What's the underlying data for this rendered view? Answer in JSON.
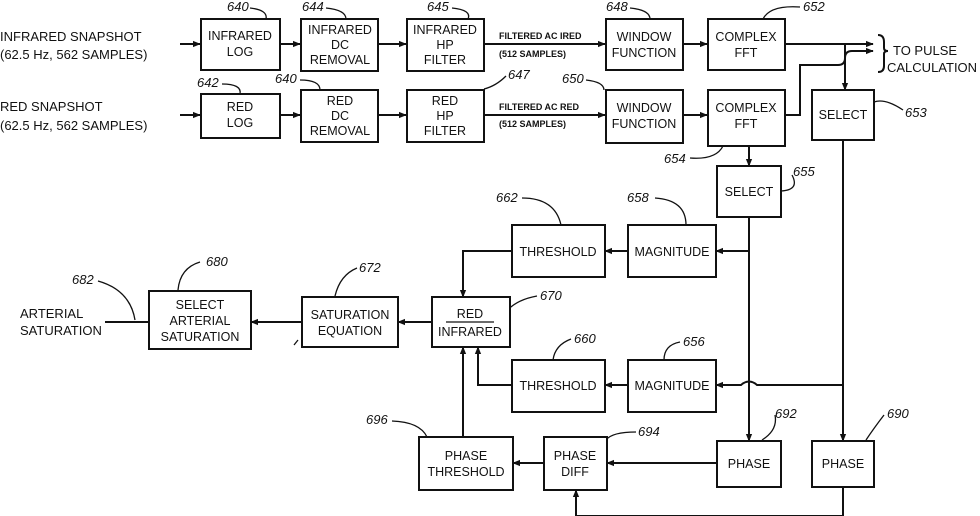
{
  "inputs": {
    "infrared": [
      "INFRARED SNAPSHOT",
      "(62.5 Hz, 562 SAMPLES)"
    ],
    "red": [
      "RED SNAPSHOT",
      "(62.5 Hz, 562 SAMPLES)"
    ]
  },
  "output_label": [
    "TO PULSE",
    "CALCULATION"
  ],
  "arterial_label": [
    "ARTERIAL",
    "SATURATION"
  ],
  "links": {
    "ir_filtered": [
      "FILTERED AC IRED",
      "(512 SAMPLES)"
    ],
    "red_filtered": [
      "FILTERED AC RED",
      "(512 SAMPLES)"
    ]
  },
  "blocks": {
    "ir_log": [
      "INFRARED",
      "LOG"
    ],
    "ir_dc": [
      "INFRARED",
      "DC",
      "REMOVAL"
    ],
    "ir_hp": [
      "INFRARED",
      "HP",
      "FILTER"
    ],
    "ir_window": [
      "WINDOW",
      "FUNCTION"
    ],
    "ir_fft": [
      "COMPLEX",
      "FFT"
    ],
    "red_log": [
      "RED",
      "LOG"
    ],
    "red_dc": [
      "RED",
      "DC",
      "REMOVAL"
    ],
    "red_hp": [
      "RED",
      "HP",
      "FILTER"
    ],
    "red_window": [
      "WINDOW",
      "FUNCTION"
    ],
    "red_fft": [
      "COMPLEX",
      "FFT"
    ],
    "select_653": [
      "SELECT"
    ],
    "select_655": [
      "SELECT"
    ],
    "threshold_662": [
      "THRESHOLD"
    ],
    "magnitude_658": [
      "MAGNITUDE"
    ],
    "threshold_660": [
      "THRESHOLD"
    ],
    "magnitude_656": [
      "MAGNITUDE"
    ],
    "ratio": [
      "RED",
      "INFRARED"
    ],
    "sat_eq": [
      "SATURATION",
      "EQUATION"
    ],
    "select_arterial": [
      "SELECT",
      "ARTERIAL",
      "SATURATION"
    ],
    "phase_692": [
      "PHASE"
    ],
    "phase_690": [
      "PHASE"
    ],
    "phase_diff": [
      "PHASE",
      "DIFF"
    ],
    "phase_threshold": [
      "PHASE",
      "THRESHOLD"
    ]
  },
  "refs": {
    "r640a": "640",
    "r644": "644",
    "r645": "645",
    "r648": "648",
    "r652": "652",
    "r642": "642",
    "r640b": "640",
    "r647": "647",
    "r650": "650",
    "r653": "653",
    "r654": "654",
    "r655": "655",
    "r662": "662",
    "r658": "658",
    "r680": "680",
    "r682": "682",
    "r672": "672",
    "r670": "670",
    "r660": "660",
    "r656": "656",
    "r696": "696",
    "r694": "694",
    "r692": "692",
    "r690": "690"
  }
}
